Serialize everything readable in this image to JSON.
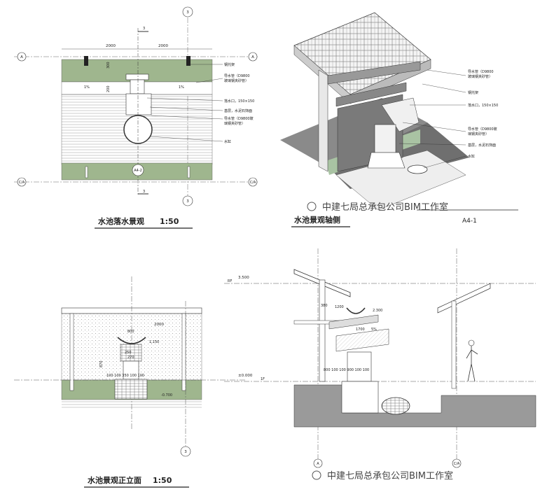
{
  "panels": {
    "plan": {
      "title": "水池落水景观",
      "scale": "1:50",
      "grid": {
        "a": "A",
        "c": "C/A",
        "n3top": "3",
        "n3bot": "3"
      },
      "dims": {
        "d1": "2000",
        "d2": "2000",
        "h1": "300",
        "h2": "200"
      },
      "slopes": {
        "s1": "1%",
        "s2": "1%"
      },
      "section_mark": "3",
      "tag": "A4-2",
      "labels": {
        "l1": "钢托架",
        "l2": "导水管（D9800",
        "l2b": "玻璃钢夹砂管）",
        "l3": "落水口，150×150",
        "l4": "基层，水泥石饰面",
        "l5": "导水管（D9800玻",
        "l5b": "璃钢夹砂管）",
        "l6": "水缸"
      }
    },
    "axon": {
      "title": "水池景观轴侧",
      "tag": "A4-1",
      "labels": {
        "l1": "导水管（D9800",
        "l1b": "玻璃钢夹砂管）",
        "l2": "钢托架",
        "l3": "落水口，150×150",
        "l4": "导水管（D9800玻",
        "l4b": "璃钢夹砂管）",
        "l5": "基层，水泥石饰面",
        "l6": "水缸"
      }
    },
    "elevation": {
      "title": "水池景观正立面",
      "scale": "1:50",
      "grid_bottom": "3",
      "dims": {
        "d1": "2000",
        "r1": "800",
        "h1": "1,150",
        "r2": "250",
        "r3": "270",
        "e1": "870",
        "e2": "-0.700"
      },
      "row": "100 100 350 100 100"
    },
    "section": {
      "levels": {
        "rf": "RF",
        "rf_val": "3.500",
        "gl": "±0.000",
        "gl_tag": "1F"
      },
      "dims": {
        "d1": "1200",
        "d2": "2.300",
        "d3": "1700",
        "d4": "5%",
        "d5": "380"
      },
      "row": "800  100 100   900   100 100",
      "grid": {
        "a": "A",
        "c": "C/A"
      }
    }
  },
  "watermarks": {
    "top": "中建七局总承包公司BIM工作室",
    "bottom": "中建七局总承包公司BIM工作室"
  }
}
